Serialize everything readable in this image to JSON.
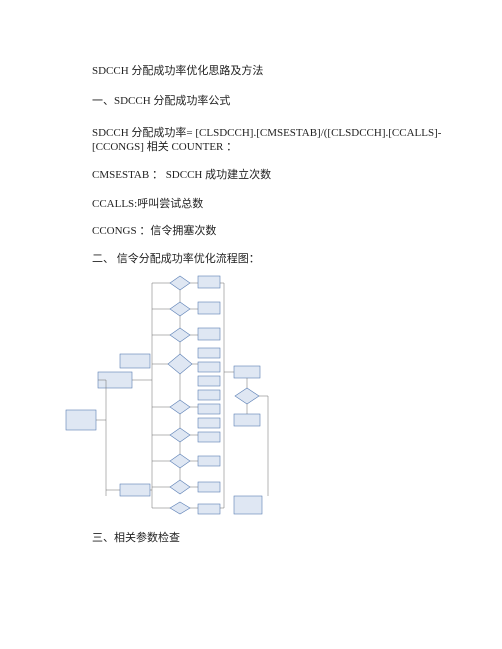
{
  "title": "SDCCH 分配成功率优化思路及方法",
  "section1": "一、SDCCH 分配成功率公式",
  "formula_line1": "SDCCH 分配成功率= [CLSDCCH].[CMSESTAB]/([CLSDCCH].[CCALLS]-",
  "formula_line2": "[CCONGS] 相关 COUNTER ：",
  "def1": "CMSESTAB ： SDCCH 成功建立次数",
  "def2": "CCALLS:呼叫尝试总数",
  "def3": "CCONGS ：信令拥塞次数",
  "section2": "二、 信令分配成功率优化流程图：",
  "section3": "三、相关参数检查",
  "colors": {
    "text": "#222222",
    "box_fill": "#dfe7f3",
    "box_stroke": "#5b7fb5",
    "line": "#6b6b6b"
  }
}
